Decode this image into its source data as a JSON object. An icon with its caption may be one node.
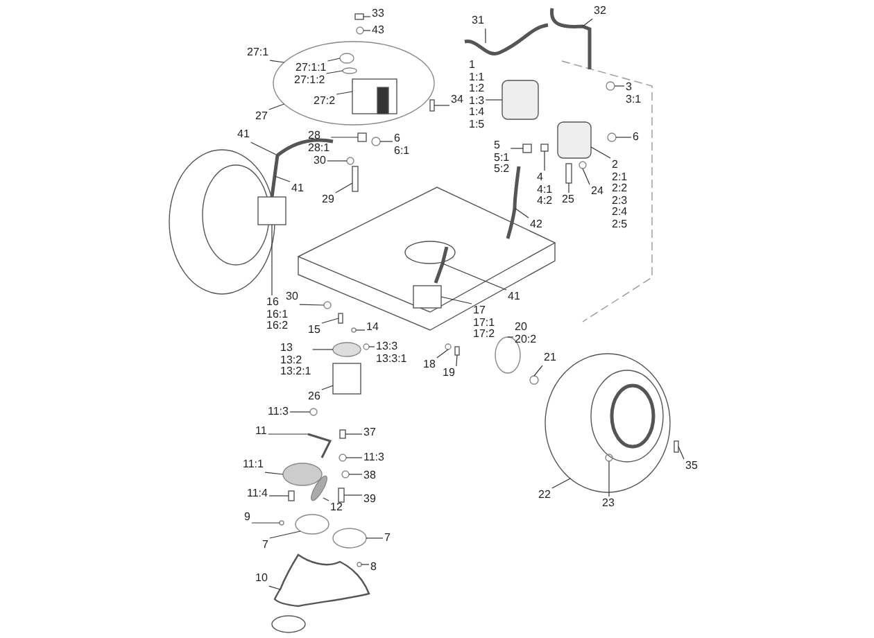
{
  "diagram": {
    "nodes": [
      {
        "text": [
          "33"
        ]
      },
      {
        "text": [
          "43"
        ]
      },
      {
        "text": [
          "27:1"
        ]
      },
      {
        "text": [
          "27:1:1"
        ],
        "in": 57
      },
      {
        "text": [
          "27:1:2"
        ],
        "in": 57
      },
      {
        "text": [
          "27:2"
        ],
        "in": 57
      },
      {
        "text": [
          "27"
        ]
      },
      {
        "text": [
          "28",
          "28:1"
        ]
      },
      {
        "text": [
          "6",
          "6:1"
        ]
      },
      {
        "text": [
          "34"
        ]
      },
      {
        "text": [
          "30"
        ]
      },
      {
        "text": [
          "41"
        ]
      },
      {
        "text": [
          "41"
        ]
      },
      {
        "text": [
          "29"
        ]
      },
      {
        "text": [
          "31"
        ]
      },
      {
        "text": [
          "32"
        ]
      },
      {
        "text": [
          "1",
          "1:1",
          "1:2",
          "1:3",
          "1:4",
          "1:5"
        ]
      },
      {
        "text": [
          "3",
          "3:1"
        ]
      },
      {
        "text": [
          "6"
        ]
      },
      {
        "text": [
          "5",
          "5:1",
          "5:2"
        ]
      },
      {
        "text": [
          "4",
          "4:1",
          "4:2"
        ]
      },
      {
        "text": [
          "25"
        ]
      },
      {
        "text": [
          "24"
        ]
      },
      {
        "text": [
          "2",
          "2:1",
          "2:2",
          "2:3",
          "2:4",
          "2:5"
        ]
      },
      {
        "text": [
          "42"
        ]
      },
      {
        "text": [
          "41"
        ]
      },
      {
        "text": [
          "16",
          "16:1",
          "16:2"
        ]
      },
      {
        "text": [
          "17",
          "17:1",
          "17:2"
        ]
      },
      {
        "text": [
          "30"
        ]
      },
      {
        "text": [
          "15"
        ]
      },
      {
        "text": [
          "14"
        ]
      },
      {
        "text": [
          "13",
          "13:2",
          "13:2:1"
        ]
      },
      {
        "text": [
          "13:3",
          "13:3:1"
        ]
      },
      {
        "text": [
          "20",
          "20:2"
        ]
      },
      {
        "text": [
          "21"
        ]
      },
      {
        "text": [
          "18"
        ]
      },
      {
        "text": [
          "19"
        ]
      },
      {
        "text": [
          "26"
        ]
      },
      {
        "text": [
          "11:3"
        ]
      },
      {
        "text": [
          "11"
        ]
      },
      {
        "text": [
          "37"
        ]
      },
      {
        "text": [
          "11:1"
        ]
      },
      {
        "text": [
          "11:3"
        ]
      },
      {
        "text": [
          "38"
        ]
      },
      {
        "text": [
          "12"
        ]
      },
      {
        "text": [
          "11:4"
        ]
      },
      {
        "text": [
          "39"
        ]
      },
      {
        "text": [
          "9"
        ]
      },
      {
        "text": [
          "7"
        ]
      },
      {
        "text": [
          "7"
        ]
      },
      {
        "text": [
          "8"
        ]
      },
      {
        "text": [
          "10"
        ]
      },
      {
        "text": [
          "22"
        ]
      },
      {
        "text": [
          "23"
        ]
      },
      {
        "text": [
          "35"
        ]
      },
      {
        "text": [],
        "shape": "box"
      },
      {
        "text": [],
        "shape": "circle"
      },
      {
        "text": [],
        "shape": "circle"
      },
      {
        "text": [],
        "shape": "circle",
        "in": 57
      },
      {
        "text": [],
        "shape": "circle",
        "in": 57
      },
      {
        "text": [],
        "shape": "picture",
        "in": 57
      },
      {
        "text": [],
        "shape": "box"
      },
      {
        "text": [],
        "shape": "circle"
      },
      {
        "text": [],
        "shape": "box"
      },
      {
        "text": [],
        "shape": "circle"
      },
      {
        "text": [],
        "shape": "picture"
      },
      {
        "text": [],
        "shape": "picture"
      },
      {
        "text": [],
        "shape": "box"
      },
      {
        "text": [],
        "shape": "picture"
      },
      {
        "text": [],
        "shape": "picture"
      },
      {
        "text": [],
        "shape": "box"
      },
      {
        "text": [],
        "shape": "circle"
      },
      {
        "text": [],
        "shape": "circle"
      },
      {
        "text": [],
        "shape": "box"
      },
      {
        "text": [],
        "shape": "box"
      },
      {
        "text": [],
        "shape": "box"
      },
      {
        "text": [],
        "shape": "circle"
      },
      {
        "text": [],
        "shape": "box"
      },
      {
        "text": [],
        "shape": "picture"
      },
      {
        "text": [],
        "shape": "picture"
      },
      {
        "text": [],
        "shape": "box"
      },
      {
        "text": [],
        "shape": "box"
      },
      {
        "text": [],
        "shape": "circle"
      },
      {
        "text": [],
        "shape": "box"
      },
      {
        "text": [],
        "shape": "circle"
      },
      {
        "text": [],
        "shape": "circle"
      },
      {
        "text": [],
        "shape": "circle"
      },
      {
        "text": [],
        "shape": "circle"
      },
      {
        "text": [],
        "shape": "circle"
      },
      {
        "text": [],
        "shape": "circle"
      },
      {
        "text": [],
        "shape": "box"
      },
      {
        "text": [],
        "shape": "box"
      },
      {
        "text": [],
        "shape": "circle"
      },
      {
        "text": [],
        "shape": "picture"
      },
      {
        "text": [],
        "shape": "box"
      },
      {
        "text": [],
        "shape": "circle"
      },
      {
        "text": [],
        "shape": "circle"
      },
      {
        "text": [],
        "shape": "circle"
      },
      {
        "text": [],
        "shape": "circle"
      },
      {
        "text": [],
        "shape": "box"
      },
      {
        "text": [],
        "shape": "box"
      },
      {
        "text": [],
        "shape": "circle"
      },
      {
        "text": [],
        "shape": "circle"
      },
      {
        "text": [],
        "shape": "circle"
      },
      {
        "text": [],
        "shape": "circle"
      },
      {
        "text": [],
        "shape": "picture"
      },
      {
        "text": [],
        "shape": "picture"
      },
      {
        "text": [],
        "shape": "circle",
        "in": 106
      },
      {
        "text": [],
        "shape": "box"
      }
    ],
    "edges": [
      {
        "from": 0,
        "to": 55,
        "arrow": "none"
      },
      {
        "from": 1,
        "to": 56,
        "arrow": "none"
      },
      {
        "from": 2,
        "to": 57,
        "arrow": "none"
      },
      {
        "from": 3,
        "to": 58,
        "arrow": "none"
      },
      {
        "from": 4,
        "to": 59,
        "arrow": "none"
      },
      {
        "from": 5,
        "to": 60,
        "arrow": "none"
      },
      {
        "from": 6,
        "to": 57,
        "arrow": "none"
      },
      {
        "from": 7,
        "to": 61,
        "arrow": "none"
      },
      {
        "from": 8,
        "to": 62,
        "arrow": "none"
      },
      {
        "from": 9,
        "to": 63,
        "arrow": "none"
      },
      {
        "from": 10,
        "to": 64,
        "arrow": "none"
      },
      {
        "from": 11,
        "to": 65,
        "arrow": "none"
      },
      {
        "from": 12,
        "to": 66,
        "arrow": "none"
      },
      {
        "from": 13,
        "to": 67,
        "arrow": "none"
      },
      {
        "from": 14,
        "to": 68,
        "arrow": "none"
      },
      {
        "from": 15,
        "to": 69,
        "arrow": "none"
      },
      {
        "from": 16,
        "to": 70,
        "arrow": "none"
      },
      {
        "from": 17,
        "to": 71,
        "arrow": "none"
      },
      {
        "from": 18,
        "to": 72,
        "arrow": "none"
      },
      {
        "from": 19,
        "to": 73,
        "arrow": "none"
      },
      {
        "from": 20,
        "to": 74,
        "arrow": "none"
      },
      {
        "from": 21,
        "to": 75,
        "arrow": "none"
      },
      {
        "from": 22,
        "to": 76,
        "arrow": "none"
      },
      {
        "from": 23,
        "to": 77,
        "arrow": "none"
      },
      {
        "from": 24,
        "to": 78,
        "arrow": "none"
      },
      {
        "from": 25,
        "to": 79,
        "arrow": "none"
      },
      {
        "from": 26,
        "to": 80,
        "arrow": "none"
      },
      {
        "from": 27,
        "to": 81,
        "arrow": "none"
      },
      {
        "from": 28,
        "to": 82,
        "arrow": "none"
      },
      {
        "from": 29,
        "to": 83,
        "arrow": "none"
      },
      {
        "from": 30,
        "to": 84,
        "arrow": "none"
      },
      {
        "from": 31,
        "to": 85,
        "arrow": "none"
      },
      {
        "from": 32,
        "to": 86,
        "arrow": "none"
      },
      {
        "from": 33,
        "to": 87,
        "arrow": "none"
      },
      {
        "from": 34,
        "to": 88,
        "arrow": "none"
      },
      {
        "from": 35,
        "to": 89,
        "arrow": "none"
      },
      {
        "from": 36,
        "to": 90,
        "arrow": "none"
      },
      {
        "from": 37,
        "to": 91,
        "arrow": "none"
      },
      {
        "from": 38,
        "to": 92,
        "arrow": "none"
      },
      {
        "from": 39,
        "to": 93,
        "arrow": "none"
      },
      {
        "from": 40,
        "to": 94,
        "arrow": "none"
      },
      {
        "from": 41,
        "to": 95,
        "arrow": "none"
      },
      {
        "from": 42,
        "to": 96,
        "arrow": "none"
      },
      {
        "from": 43,
        "to": 97,
        "arrow": "none"
      },
      {
        "from": 44,
        "to": 98,
        "arrow": "none"
      },
      {
        "from": 45,
        "to": 99,
        "arrow": "none"
      },
      {
        "from": 46,
        "to": 100,
        "arrow": "none"
      },
      {
        "from": 47,
        "to": 101,
        "arrow": "none"
      },
      {
        "from": 48,
        "to": 102,
        "arrow": "none"
      },
      {
        "from": 49,
        "to": 103,
        "arrow": "none"
      },
      {
        "from": 50,
        "to": 104,
        "arrow": "none"
      },
      {
        "from": 51,
        "to": 105,
        "arrow": "none"
      },
      {
        "from": 52,
        "to": 106,
        "arrow": "none"
      },
      {
        "from": 53,
        "to": 107,
        "arrow": "none"
      },
      {
        "from": 54,
        "to": 108,
        "arrow": "none"
      }
    ]
  }
}
